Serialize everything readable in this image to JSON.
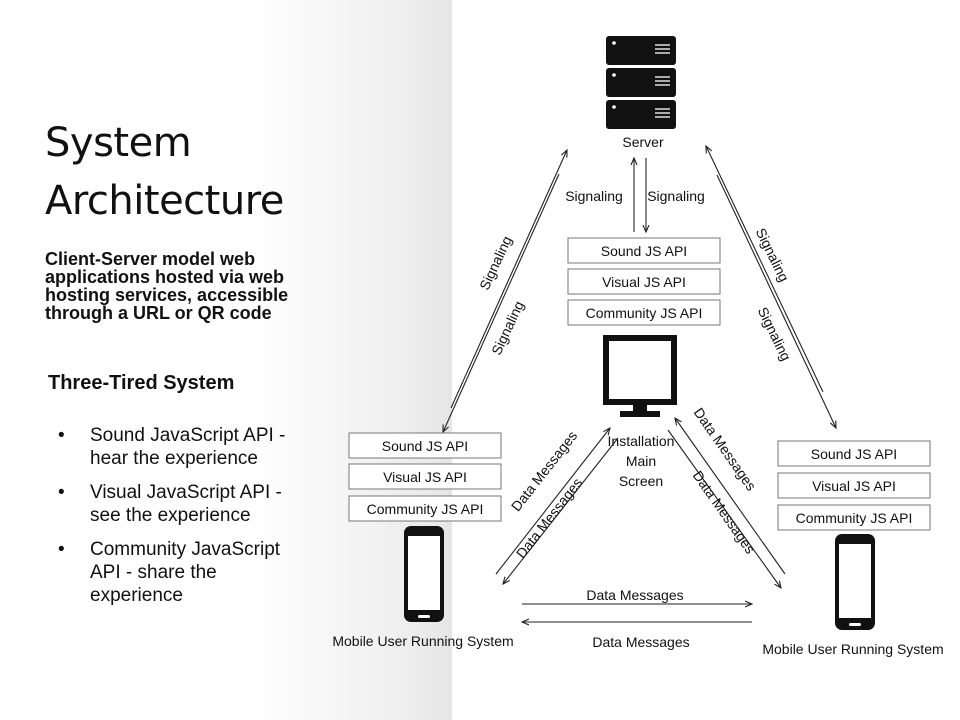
{
  "slide": {
    "title_line1": "System",
    "title_line2": "Architecture",
    "subtitle": "Client-Server model web applications hosted via web hosting services, accessible through a URL or QR code",
    "section_heading": "Three-Tired System",
    "bullets": [
      {
        "bullet": "•",
        "text": "Sound JavaScript API - hear the experience"
      },
      {
        "bullet": "•",
        "text": "Visual JavaScript API - see the experience"
      },
      {
        "bullet": "•",
        "text": "Community JavaScript API - share the experience"
      }
    ]
  },
  "diagram": {
    "server_label": "Server",
    "signaling_label": "Signaling",
    "data_messages_label": "Data Messages",
    "api_boxes": [
      "Sound JS API",
      "Visual JS API",
      "Community JS API"
    ],
    "installation_label": [
      "Installation",
      "Main",
      "Screen"
    ],
    "mobile_label": "Mobile User Running System",
    "icons": [
      "server-icon",
      "monitor-icon",
      "phone-icon"
    ]
  }
}
